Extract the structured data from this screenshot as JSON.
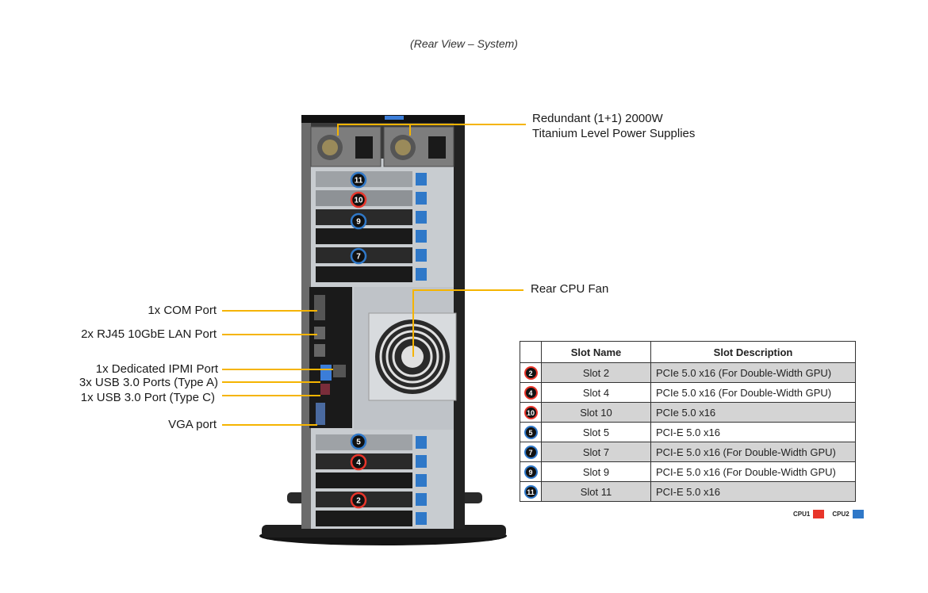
{
  "caption": "(Rear View – System)",
  "callouts": {
    "psu_line1": "Redundant (1+1) 2000W",
    "psu_line2": "Titanium Level Power Supplies",
    "rear_fan": "Rear CPU Fan",
    "com_port": "1x COM Port",
    "lan_port": "2x RJ45 10GbE LAN Port",
    "ipmi_port": "1x Dedicated IPMI Port",
    "usb_a": "3x USB 3.0 Ports (Type A)",
    "usb_c": "1x USB 3.0 Port (Type C)",
    "vga": "VGA port"
  },
  "chassis_slot_badges": [
    {
      "number": "11",
      "cpu": "CPU2"
    },
    {
      "number": "10",
      "cpu": "CPU1"
    },
    {
      "number": "9",
      "cpu": "CPU2"
    },
    {
      "number": "7",
      "cpu": "CPU2"
    },
    {
      "number": "5",
      "cpu": "CPU2"
    },
    {
      "number": "4",
      "cpu": "CPU1"
    },
    {
      "number": "2",
      "cpu": "CPU1"
    }
  ],
  "table": {
    "headers": [
      "",
      "Slot Name",
      "Slot Description"
    ],
    "rows": [
      {
        "badge": "2",
        "cpu": "CPU1",
        "name": "Slot 2",
        "desc": "PCIe 5.0 x16 (For Double-Width GPU)",
        "shaded": true
      },
      {
        "badge": "4",
        "cpu": "CPU1",
        "name": "Slot 4",
        "desc": "PCIe 5.0 x16 (For Double-Width GPU)",
        "shaded": false
      },
      {
        "badge": "10",
        "cpu": "CPU1",
        "name": "Slot 10",
        "desc": "PCIe 5.0 x16",
        "shaded": true
      },
      {
        "badge": "5",
        "cpu": "CPU2",
        "name": "Slot 5",
        "desc": "PCI-E 5.0 x16",
        "shaded": false
      },
      {
        "badge": "7",
        "cpu": "CPU2",
        "name": "Slot 7",
        "desc": "PCI-E 5.0 x16 (For Double-Width GPU)",
        "shaded": true
      },
      {
        "badge": "9",
        "cpu": "CPU2",
        "name": "Slot 9",
        "desc": "PCI-E 5.0 x16 (For Double-Width GPU)",
        "shaded": false
      },
      {
        "badge": "11",
        "cpu": "CPU2",
        "name": "Slot 11",
        "desc": "PCI-E 5.0 x16",
        "shaded": true
      }
    ]
  },
  "legend": {
    "cpu1_label": "CPU1",
    "cpu2_label": "CPU2",
    "cpu1_color": "#e8352a",
    "cpu2_color": "#2f78c8"
  },
  "colors": {
    "leader": "#f5b400",
    "chassis_dark": "#2a2a2a",
    "chassis_metal": "#bfc3c8"
  }
}
